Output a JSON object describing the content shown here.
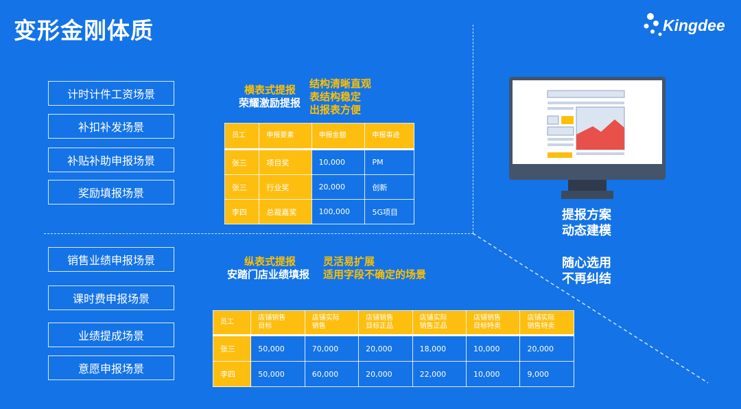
{
  "title": "变形金刚体质",
  "logo": {
    "text": "Kingdee"
  },
  "scenes_top": [
    "计时计件工资场景",
    "补扣补发场景",
    "补贴补助申报场景",
    "奖励填报场景"
  ],
  "scenes_bottom": [
    "销售业绩申报场景",
    "课时费申报场景",
    "业绩提成场景",
    "意愿申报场景"
  ],
  "section1": {
    "mode": "横表式提报",
    "example": "荣耀激励提报",
    "features": [
      "结构清晰直观",
      "表结构稳定",
      "出报表方便"
    ],
    "table": {
      "headers": [
        "员工",
        "申报要素",
        "申报金额",
        "申报事迹"
      ],
      "rows": [
        [
          "张三",
          "项目奖",
          "10,000",
          "PM"
        ],
        [
          "张三",
          "行业奖",
          "20,000",
          "创新"
        ],
        [
          "李四",
          "总裁嘉奖",
          "100,000",
          "5G项目"
        ]
      ]
    }
  },
  "section2": {
    "mode": "纵表式提报",
    "example": "安踏门店业绩填报",
    "features": [
      "灵活易扩展",
      "适用字段不确定的场景"
    ],
    "table": {
      "headers": [
        "员工",
        "店铺销售\n目标",
        "店铺实际\n销售",
        "店铺销售\n目标正品",
        "店铺实际\n销售正品",
        "店铺销售\n目标特卖",
        "店铺实际\n销售特卖"
      ],
      "rows": [
        [
          "张三",
          "50,000",
          "70,000",
          "20,000",
          "18,000",
          "10,000",
          "20,000"
        ],
        [
          "李四",
          "50,000",
          "60,000",
          "20,000",
          "22,000",
          "10,000",
          "9,000"
        ]
      ]
    }
  },
  "right": {
    "line1": "提报方案",
    "line2": "动态建模",
    "line3": "随心选用",
    "line4": "不再纠结"
  },
  "colors": {
    "background": "#1473e6",
    "accent": "#fdbe10",
    "chart_red": "#e8504a"
  }
}
